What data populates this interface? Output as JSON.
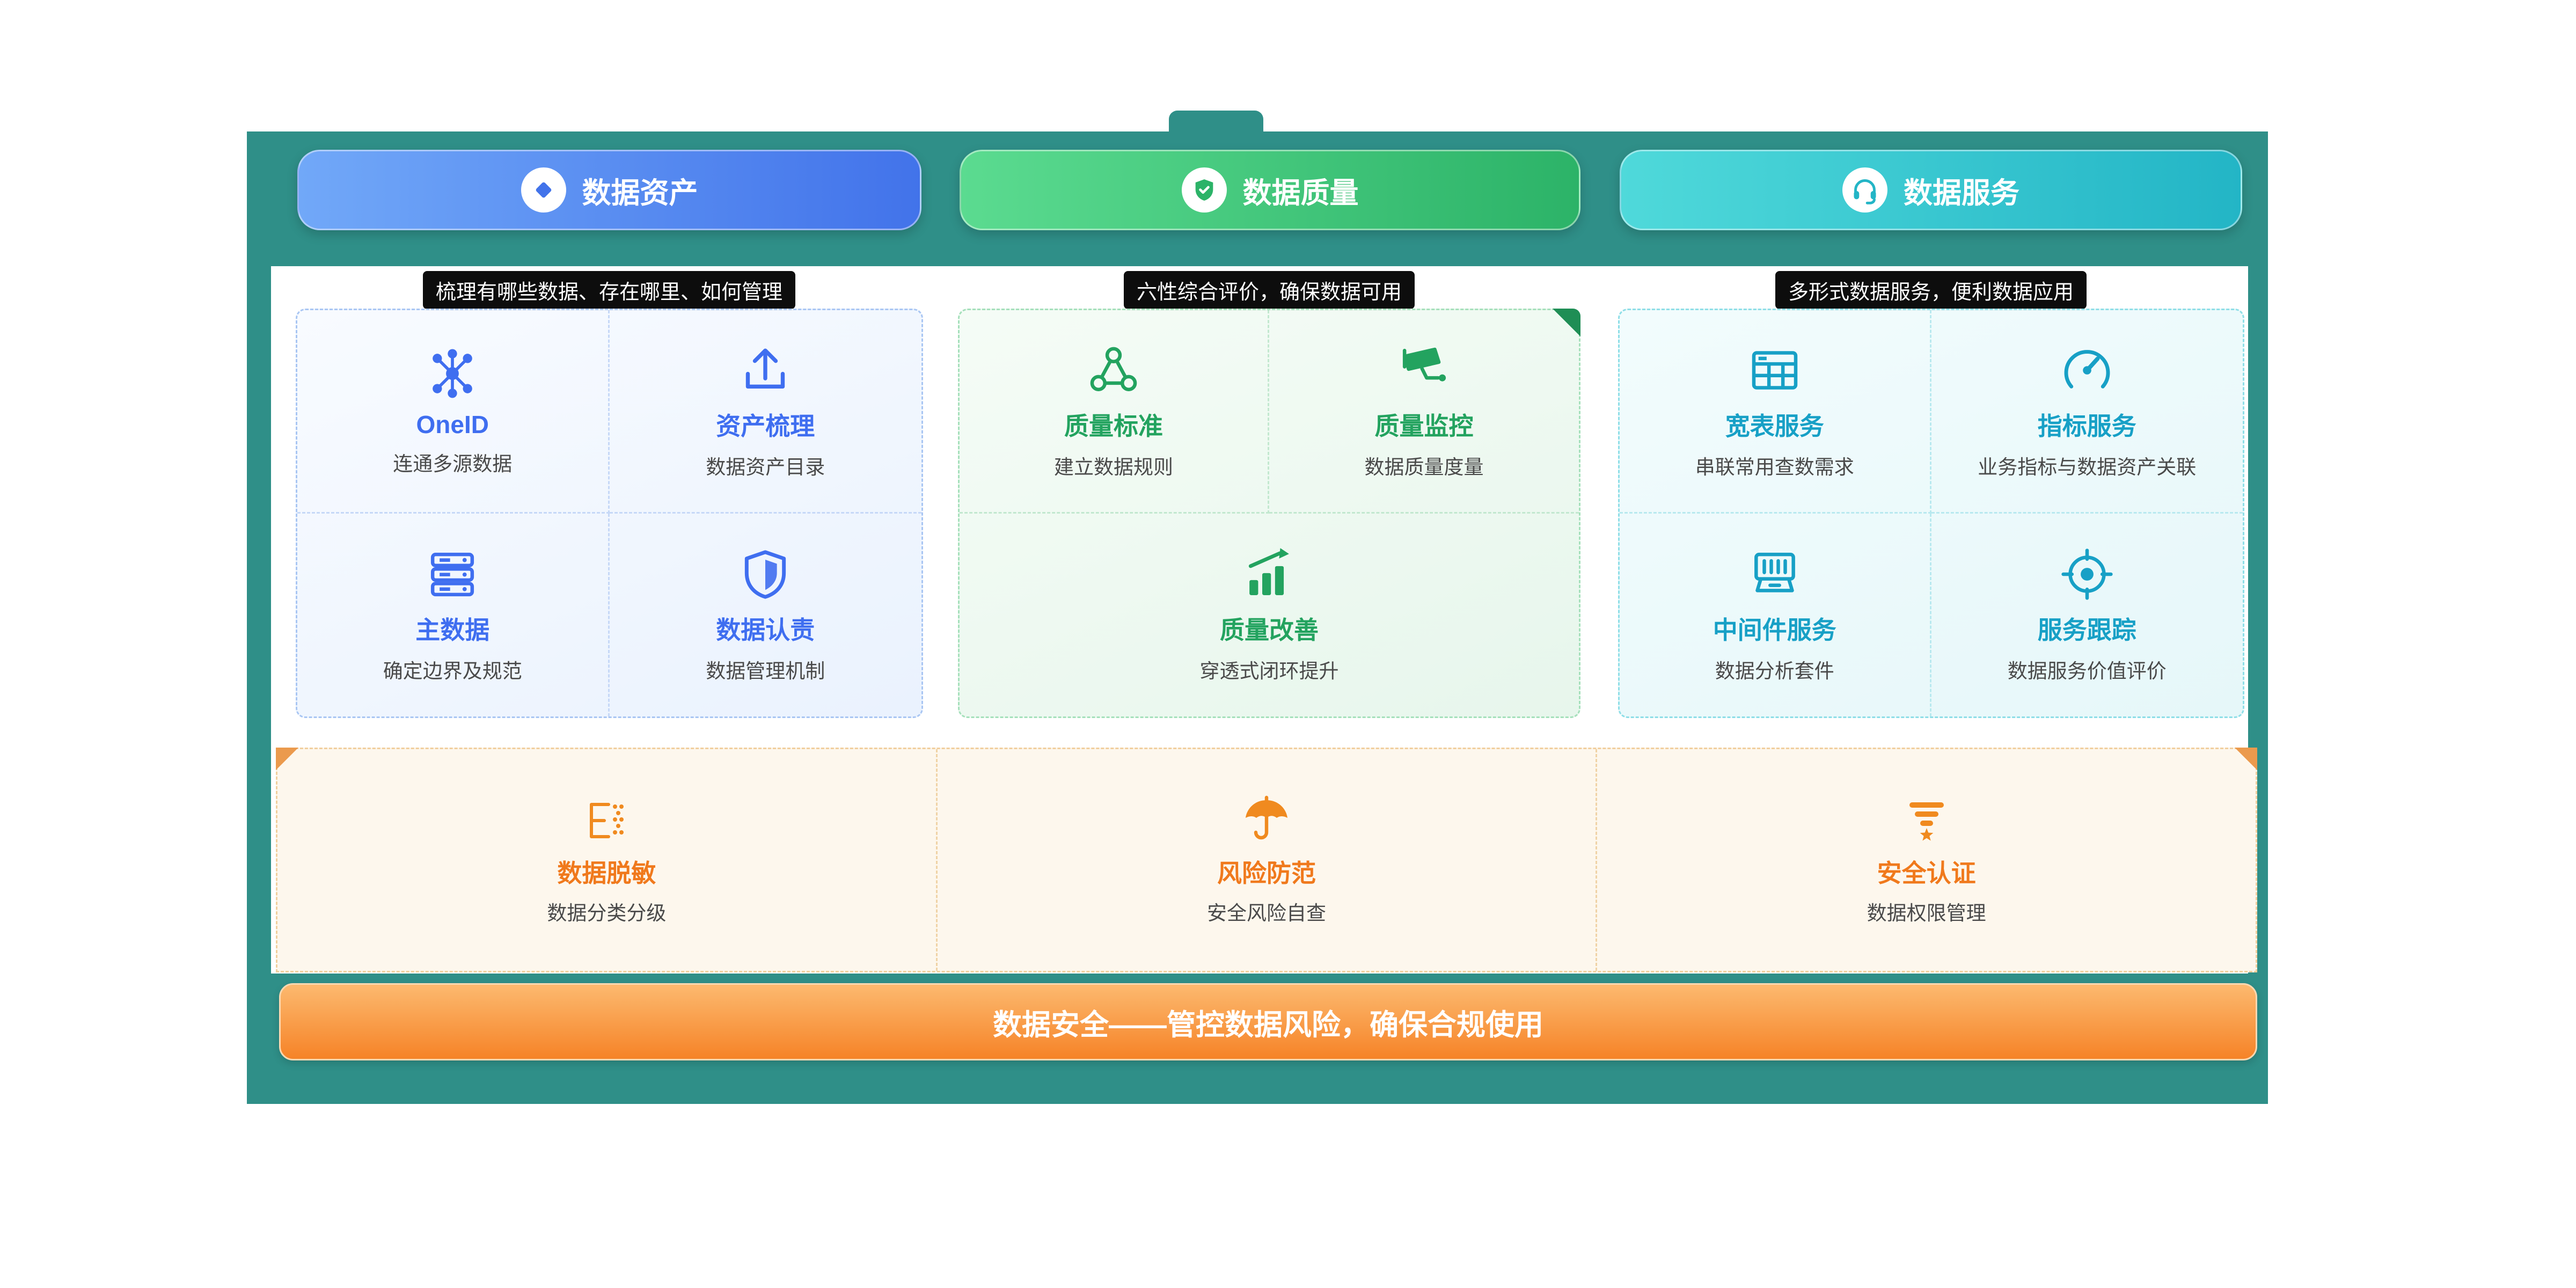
{
  "theme": {
    "teal": "#2f8f88",
    "btn-blue-1": "#71a8f8",
    "btn-blue-2": "#4273ea",
    "btn-green-1": "#5bdb90",
    "btn-green-2": "#2cb368",
    "btn-cyan-1": "#4fd9da",
    "btn-cyan-2": "#23b5c6",
    "blue-text": "#3f6ef0",
    "green-text": "#23a35f",
    "cyan-text": "#17a0c6",
    "orange-text": "#f0791c",
    "orange-icon": "#f08a1f",
    "desc-gray": "#4a4a4a",
    "banner-1": "#fcb96f",
    "banner-2": "#f68327",
    "ribbon-bg": "#0d0d0d"
  },
  "header": {
    "tabs": [
      {
        "label": "数据资产",
        "icon": "diamond-icon"
      },
      {
        "label": "数据质量",
        "icon": "shield-check-icon"
      },
      {
        "label": "数据服务",
        "icon": "headset-icon"
      }
    ]
  },
  "columns": [
    {
      "title": "数据资产",
      "subtitle": "梳理有哪些数据、存在哪里、如何管理",
      "accent": "#3f6ef0",
      "cards": [
        {
          "title": "OneID",
          "desc": "连通多源数据",
          "icon": "network-icon"
        },
        {
          "title": "资产梳理",
          "desc": "数据资产目录",
          "icon": "arrow-up-catalog-icon"
        },
        {
          "title": "主数据",
          "desc": "确定边界及规范",
          "icon": "database-icon"
        },
        {
          "title": "数据认责",
          "desc": "数据管理机制",
          "icon": "shield-icon"
        }
      ]
    },
    {
      "title": "数据质量",
      "subtitle": "六性综合评价，确保数据可用",
      "accent": "#23a35f",
      "cards": [
        {
          "title": "质量标准",
          "desc": "建立数据规则",
          "icon": "share-nodes-icon"
        },
        {
          "title": "质量监控",
          "desc": "数据质量度量",
          "icon": "cctv-icon"
        },
        {
          "title": "质量改善",
          "desc": "穿透式闭环提升",
          "icon": "chart-up-icon"
        }
      ]
    },
    {
      "title": "数据服务",
      "subtitle": "多形式数据服务，便利数据应用",
      "accent": "#17a0c6",
      "cards": [
        {
          "title": "宽表服务",
          "desc": "串联常用查数需求",
          "icon": "table-icon"
        },
        {
          "title": "指标服务",
          "desc": "业务指标与数据资产关联",
          "icon": "gauge-icon"
        },
        {
          "title": "中间件服务",
          "desc": "数据分析套件",
          "icon": "server-icon"
        },
        {
          "title": "服务跟踪",
          "desc": "数据服务价值评价",
          "icon": "target-icon"
        }
      ]
    }
  ],
  "security": {
    "items": [
      {
        "title": "数据脱敏",
        "desc": "数据分类分级",
        "icon": "mask-icon"
      },
      {
        "title": "风险防范",
        "desc": "安全风险自查",
        "icon": "umbrella-icon"
      },
      {
        "title": "安全认证",
        "desc": "数据权限管理",
        "icon": "badge-star-icon"
      }
    ],
    "banner": "数据安全——管控数据风险，确保合规使用"
  }
}
